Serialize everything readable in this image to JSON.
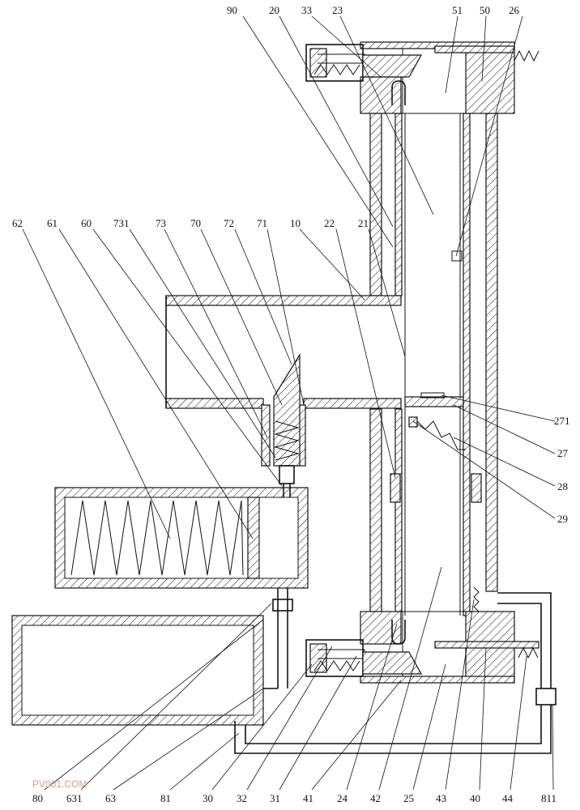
{
  "labels": {
    "top": [
      "90",
      "20",
      "33",
      "23",
      "51",
      "50",
      "26"
    ],
    "left": [
      "62",
      "61",
      "60",
      "731",
      "73",
      "70",
      "72",
      "71",
      "10",
      "22",
      "21"
    ],
    "right": [
      "271",
      "27",
      "28",
      "29"
    ],
    "bottom": [
      "80",
      "631",
      "63",
      "81",
      "30",
      "32",
      "31",
      "41",
      "24",
      "42",
      "25",
      "43",
      "40",
      "44",
      "811"
    ]
  },
  "watermark": "PV001.COM"
}
